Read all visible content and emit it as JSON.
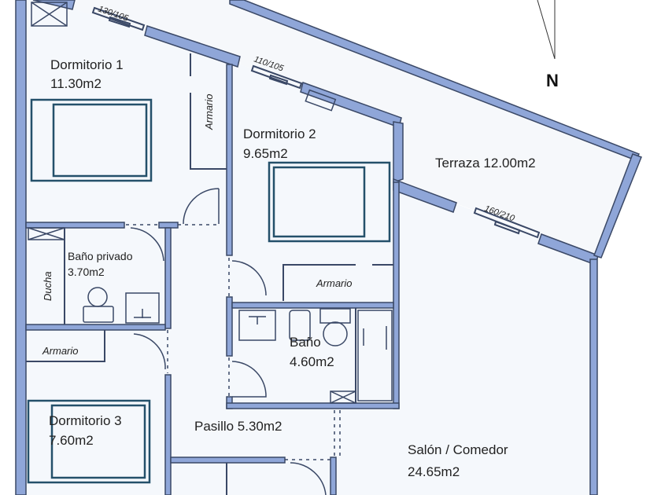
{
  "plan": {
    "rooms": {
      "dormitorio1": {
        "name": "Dormitorio 1",
        "area": "11.30m2"
      },
      "dormitorio2": {
        "name": "Dormitorio 2",
        "area": "9.65m2"
      },
      "dormitorio3": {
        "name": "Dormitorio 3",
        "area": "7.60m2"
      },
      "bano_privado": {
        "name": "Baño privado",
        "area": "3.70m2"
      },
      "bano": {
        "name": "Baño",
        "area": "4.60m2"
      },
      "pasillo": {
        "label": "Pasillo 5.30m2"
      },
      "terraza": {
        "label": "Terraza 12.00m2"
      },
      "salon": {
        "name": "Salón / Comedor",
        "area": "24.65m2"
      }
    },
    "fixtures": {
      "armario1": "Armario",
      "armario2": "Armario",
      "armario3": "Armario",
      "ducha": "Ducha"
    },
    "windows": [
      "130/105",
      "110/105",
      "160/210"
    ],
    "compass": "N",
    "colors": {
      "wall": "#8fa6d8",
      "wall_outline": "#3a4866",
      "floor": "#f5f8fc",
      "furniture": "#24506a"
    }
  }
}
